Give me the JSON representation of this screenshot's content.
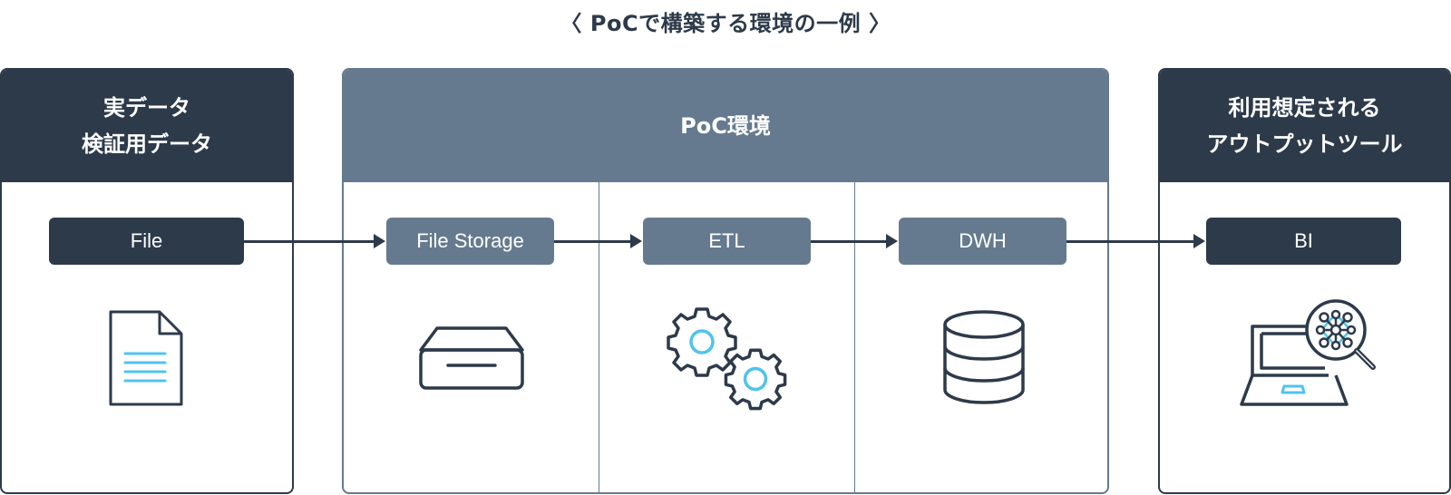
{
  "title": "〈 PoCで構築する環境の一例 〉",
  "colors": {
    "dark": "#2d3a4a",
    "mid": "#657a8f",
    "accent": "#4fc3ef",
    "background": "#ffffff"
  },
  "panels": {
    "source": {
      "header_line1": "実データ",
      "header_line2": "検証用データ",
      "node_label": "File",
      "icon": "document-icon"
    },
    "poc": {
      "header": "PoC環境",
      "columns": [
        {
          "node_label": "File Storage",
          "icon": "storage-box-icon"
        },
        {
          "node_label": "ETL",
          "icon": "gears-icon"
        },
        {
          "node_label": "DWH",
          "icon": "database-icon"
        }
      ]
    },
    "output": {
      "header_line1": "利用想定される",
      "header_line2": "アウトプットツール",
      "node_label": "BI",
      "icon": "laptop-analytics-icon"
    }
  },
  "flow": [
    "File",
    "File Storage",
    "ETL",
    "DWH",
    "BI"
  ]
}
